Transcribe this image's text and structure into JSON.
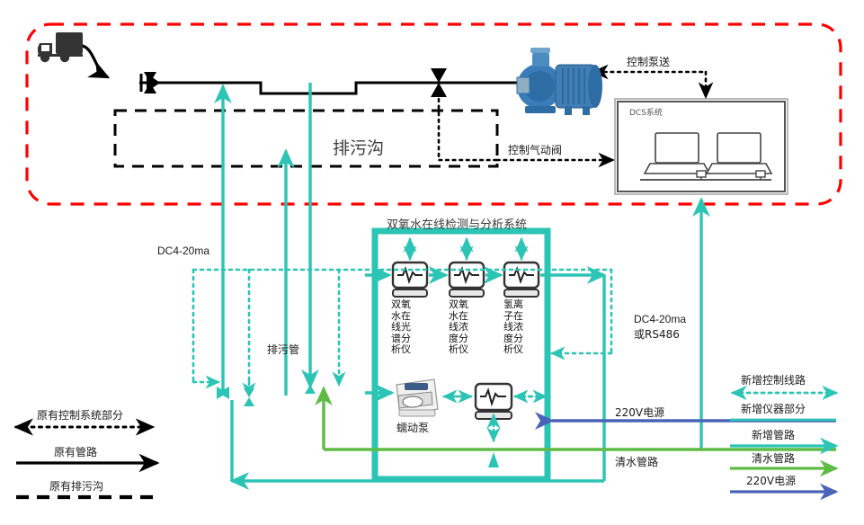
{
  "diagram": {
    "title": "双氧水在线检测与分析系统",
    "ditch_label": "排污沟",
    "dcs_label": "DCS系统",
    "signal_pump": "控制泵送",
    "signal_valve": "控制气动阀",
    "dc_left": "DC4-20ma",
    "drain_pipe": "排污管",
    "dc_right_line1": "DC4-20ma",
    "dc_right_line2": "或RS486",
    "power_label": "220V电源",
    "clean_water_label": "清水管路",
    "pump_label": "蠕动泵"
  },
  "instruments": [
    {
      "id": "spectro",
      "label": "双氧水在线光谱分析仪",
      "icon": "monitor-waveform-icon"
    },
    {
      "id": "conc1",
      "label": "双氧水在线浓度分析仪",
      "icon": "monitor-waveform-icon"
    },
    {
      "id": "ion",
      "label": "氢离子在线浓度分析仪",
      "icon": "monitor-waveform-icon"
    }
  ],
  "legend_left": {
    "items": [
      {
        "label": "原有控制系统部分",
        "style": "dotted-double-arrow",
        "color": "#000000"
      },
      {
        "label": "原有管路",
        "style": "solid-arrow",
        "color": "#000000"
      },
      {
        "label": "原有排污沟",
        "style": "dashed",
        "color": "#000000"
      }
    ]
  },
  "legend_right": {
    "items": [
      {
        "label": "新增控制线路",
        "style": "dotted-double-arrow",
        "color": "#2BC4B5"
      },
      {
        "label": "新增仪器部分",
        "style": "solid-line",
        "color": "#2BC4B5"
      },
      {
        "label": "新增管路",
        "style": "solid-arrow",
        "color": "#2BC4B5"
      },
      {
        "label": "清水管路",
        "style": "solid-arrow",
        "color": "#5FBB46"
      },
      {
        "label": "220V电源",
        "style": "solid-arrow",
        "color": "#4A63B8"
      }
    ]
  },
  "colors": {
    "teal": "#2BC4B5",
    "green": "#5FBB46",
    "blue": "#4A63B8",
    "red": "#FF0000",
    "black": "#000000",
    "pump_blue": "#2E6DA4"
  },
  "icons": {
    "truck": "truck-icon",
    "valve": "valve-icon",
    "centrifugal_pump": "centrifugal-pump-icon",
    "laptop": "laptop-icon",
    "peristaltic_pump": "peristaltic-pump-icon"
  }
}
